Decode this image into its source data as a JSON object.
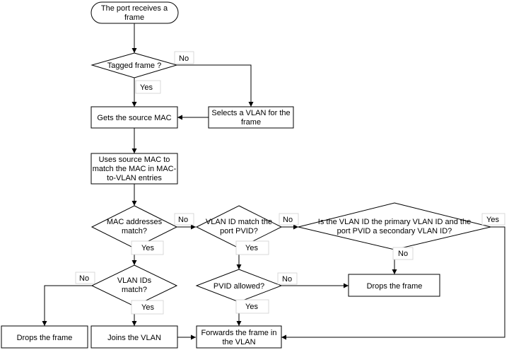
{
  "nodes": {
    "start": [
      "The port receives a",
      "frame"
    ],
    "tagged": [
      "Tagged frame ?"
    ],
    "gets_mac": [
      "Gets the source MAC"
    ],
    "selects_vlan": [
      "Selects a VLAN for the",
      "frame"
    ],
    "uses_mac": [
      "Uses source MAC to",
      "match the MAC in MAC-",
      "to-VLAN entries"
    ],
    "mac_match": [
      "MAC addresses",
      "match?"
    ],
    "vlan_pvid": [
      "VLAN ID match the",
      "port PVID?"
    ],
    "primary_check": [
      "Is the VLAN ID the primary VLAN ID and the",
      "port PVID a secondary VLAN ID?"
    ],
    "vlan_ids_match": [
      "VLAN IDs",
      "match?"
    ],
    "pvid_allowed": [
      "PVID allowed?"
    ],
    "drops_right": [
      "Drops the frame"
    ],
    "drops_left": [
      "Drops the frame"
    ],
    "joins": [
      "Joins the VLAN"
    ],
    "forwards": [
      "Forwards the frame in",
      "the VLAN"
    ]
  },
  "labels": {
    "yes": "Yes",
    "no": "No"
  }
}
